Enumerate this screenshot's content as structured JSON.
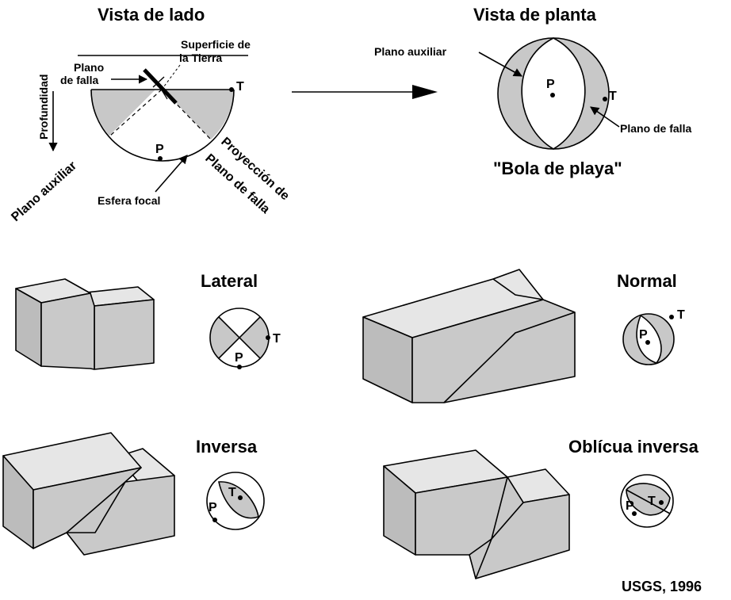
{
  "side_view": {
    "title": "Vista de lado",
    "earth_surface_line1": "Superficie de",
    "earth_surface_line2": "la Tierra",
    "fault_plane_line1": "Plano",
    "fault_plane_line2": "de falla",
    "depth": "Profundidad",
    "t_label": "T",
    "p_label": "P",
    "auxiliary_plane": "Plano auxiliar",
    "projection_line1": "Proyección de",
    "projection_line2": "Plano de falla",
    "focal_sphere": "Esfera focal"
  },
  "plan_view": {
    "title": "Vista de planta",
    "auxiliary_plane": "Plano auxiliar",
    "p_label": "P",
    "t_label": "T",
    "fault_plane": "Plano de falla",
    "beachball": "\"Bola de playa\""
  },
  "examples": {
    "lateral": {
      "title": "Lateral",
      "t_label": "T",
      "p_label": "P"
    },
    "normal": {
      "title": "Normal",
      "t_label": "T",
      "p_label": "P"
    },
    "inverse": {
      "title": "Inversa",
      "t_label": "T",
      "p_label": "P"
    },
    "oblique": {
      "title": "Oblícua inversa",
      "t_label": "T",
      "p_label": "P"
    }
  },
  "credit": "USGS, 1996",
  "colors": {
    "shading": "#c8c8c8",
    "line": "#000000",
    "background": "#ffffff"
  }
}
